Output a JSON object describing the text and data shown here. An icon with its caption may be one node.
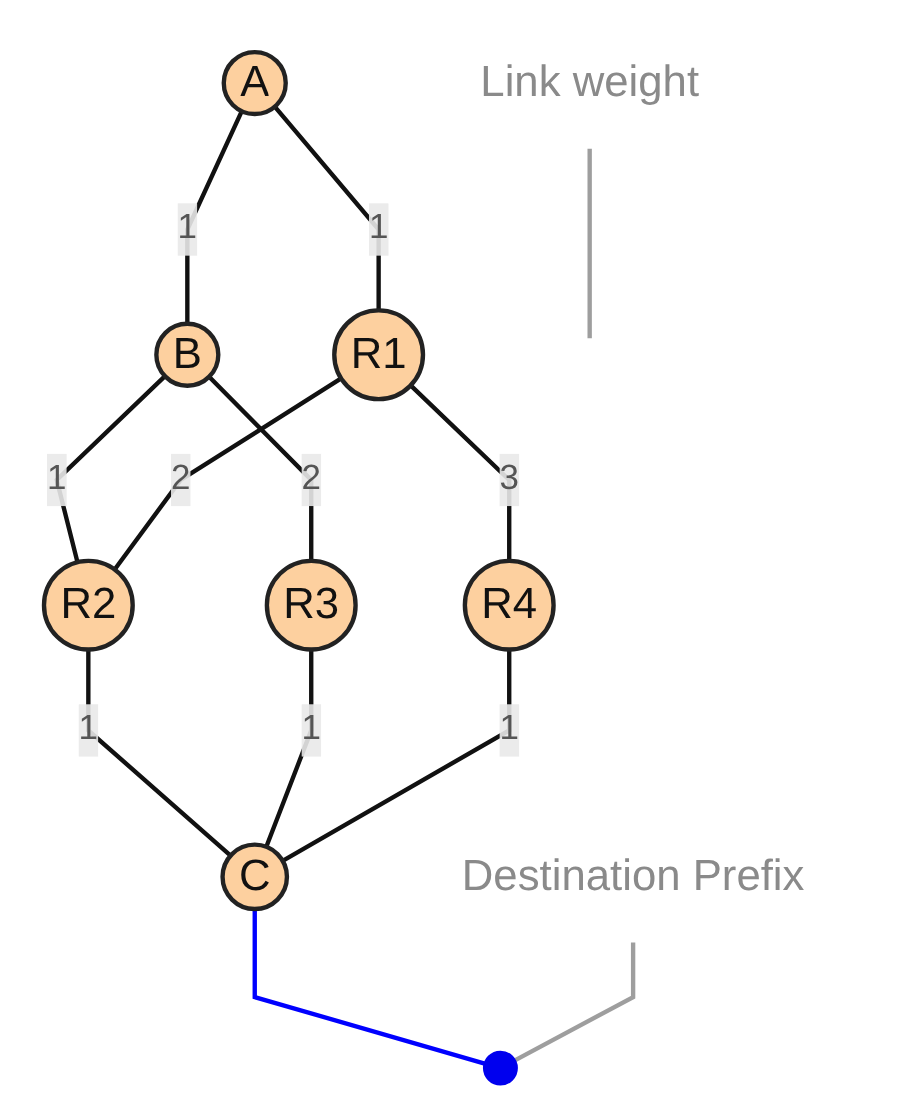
{
  "diagram": {
    "nodes": [
      {
        "text": [
          "A"
        ]
      },
      {
        "text": [
          "Link weight"
        ]
      },
      {
        "text": [
          "B"
        ]
      },
      {
        "text": [
          "R1"
        ]
      },
      {
        "text": [
          "R2"
        ]
      },
      {
        "text": [
          "R3"
        ]
      },
      {
        "text": [
          "R4"
        ]
      },
      {
        "text": [
          "C"
        ]
      },
      {
        "text": [],
        "shape": "circle"
      },
      {
        "text": [
          "Destination Prefix"
        ]
      }
    ],
    "edges": [
      {
        "from": 0,
        "to": 2,
        "arrow": "none",
        "label": "1"
      },
      {
        "from": 1,
        "to": null,
        "arrow": "none",
        "color": "#9e9e9e"
      },
      {
        "from": 0,
        "to": 3,
        "arrow": "none",
        "label": "1"
      },
      {
        "from": 2,
        "to": 4,
        "arrow": "none",
        "label": "1"
      },
      {
        "from": 2,
        "to": 5,
        "arrow": "none",
        "label": "2"
      },
      {
        "from": 3,
        "to": 4,
        "arrow": "none",
        "label": "2"
      },
      {
        "from": 3,
        "to": 6,
        "arrow": "none",
        "label": "3"
      },
      {
        "from": 4,
        "to": 7,
        "arrow": "none",
        "label": "1"
      },
      {
        "from": 5,
        "to": 7,
        "arrow": "none",
        "label": "1"
      },
      {
        "from": 6,
        "to": 7,
        "arrow": "none",
        "label": "1"
      },
      {
        "from": 7,
        "to": 8,
        "arrow": "none",
        "color": "#0000ff"
      },
      {
        "from": 9,
        "to": 8,
        "arrow": "none",
        "color": "#9e9e9e"
      }
    ]
  }
}
